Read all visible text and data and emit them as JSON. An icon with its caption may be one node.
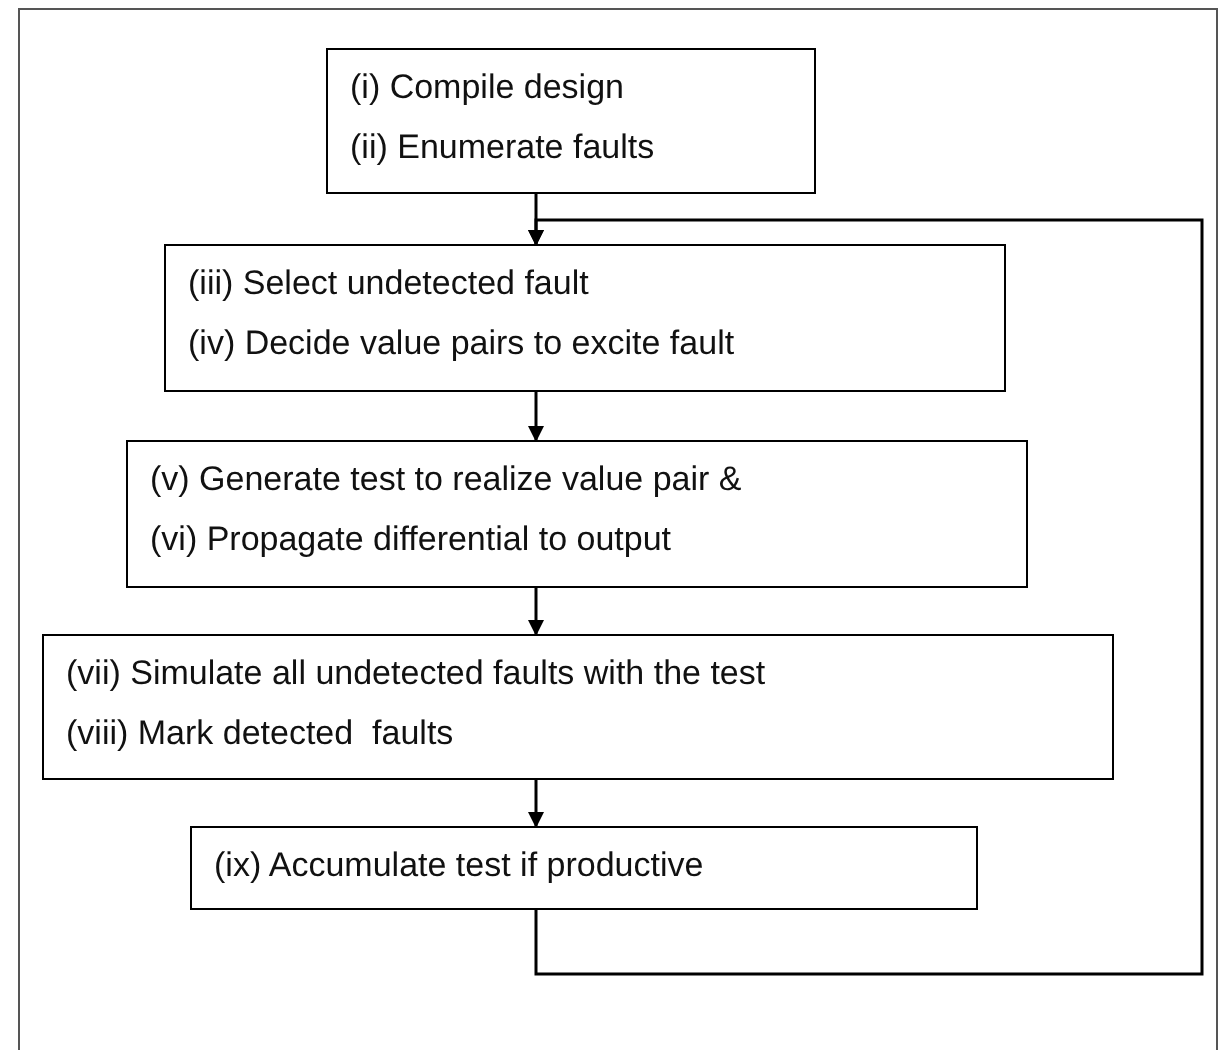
{
  "diagram": {
    "nodes": [
      {
        "text": [
          "(i) Compile design",
          "(ii) Enumerate faults"
        ]
      },
      {
        "text": [
          "(iii) Select undetected fault",
          "(iv) Decide value pairs to excite fault"
        ]
      },
      {
        "text": [
          "(v) Generate test to realize value pair &",
          "(vi) Propagate differential to output"
        ]
      },
      {
        "text": [
          "(vii) Simulate all undetected faults with the test",
          "(viii) Mark detected  faults"
        ]
      },
      {
        "text": [
          "(ix) Accumulate test if productive"
        ]
      }
    ],
    "edges": [
      {
        "from": 0,
        "to": 1,
        "arrow": "to"
      },
      {
        "from": 1,
        "to": 2,
        "arrow": "to"
      },
      {
        "from": 2,
        "to": 3,
        "arrow": "to"
      },
      {
        "from": 3,
        "to": 4,
        "arrow": "to"
      },
      {
        "from": 4,
        "to": 1,
        "arrow": "to"
      }
    ]
  }
}
